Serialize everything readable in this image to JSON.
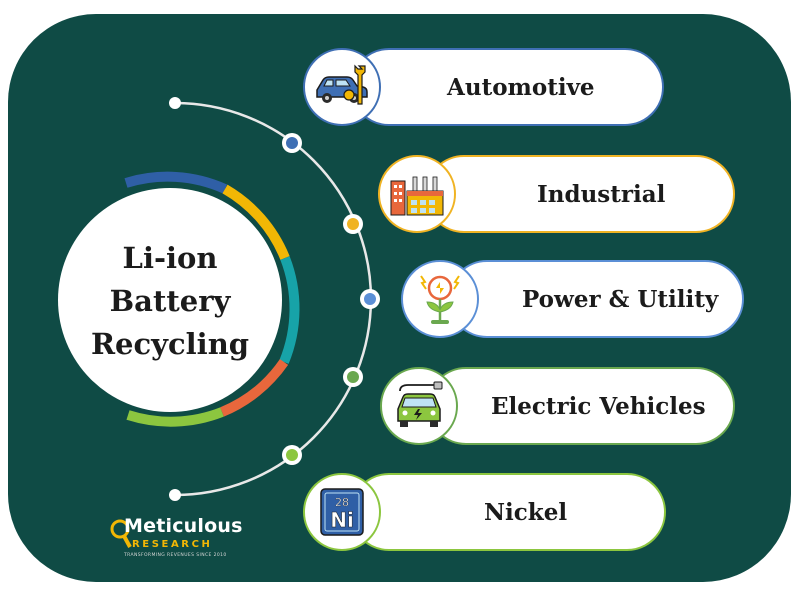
{
  "center": {
    "line1": "Li-ion",
    "line2": "Battery",
    "line3": "Recycling"
  },
  "segments": [
    {
      "label": "Automotive",
      "color": "#3f6fb4",
      "icon": "car-repair-icon"
    },
    {
      "label": "Industrial",
      "color": "#f0b323",
      "icon": "factory-icon"
    },
    {
      "label": "Power & Utility",
      "color": "#5b8fd6",
      "icon": "power-plant-icon"
    },
    {
      "label": "Electric Vehicles",
      "color": "#6aa84f",
      "icon": "electric-car-icon"
    },
    {
      "label": "Nickel",
      "color": "#8cc63f",
      "icon": "nickel-element-icon"
    }
  ],
  "element_tile": {
    "number": "28",
    "symbol": "Ni"
  },
  "logo": {
    "name": "Meticulous",
    "sub": "RESEARCH",
    "tagline": "TRANSFORMING REVENUES SINCE 2010"
  },
  "colors": {
    "background": "#0f4b45",
    "ring": [
      "#2f5fa6",
      "#f2b705",
      "#17a3a8",
      "#e8673c",
      "#8cc63f"
    ]
  }
}
